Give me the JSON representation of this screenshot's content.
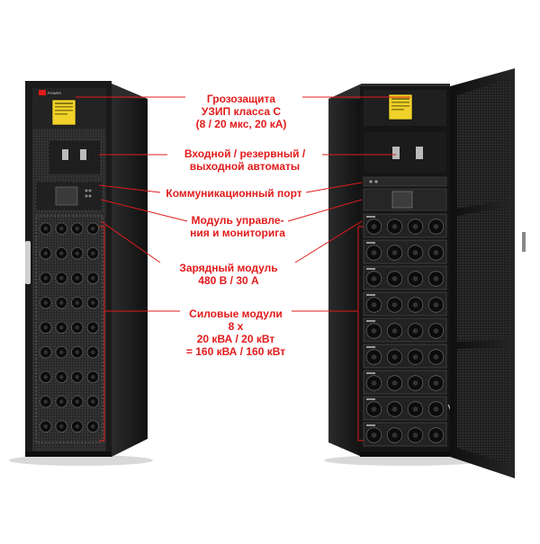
{
  "image": {
    "subject": "ups-cabinets-front-view-and-open-door-view",
    "accent_color": "#e21b1b",
    "cabinet_color": "#1b1b1b",
    "sticker_color": "#f0d22a"
  },
  "brand": {
    "logo_text": "POWER"
  },
  "callouts": [
    {
      "lines": [
        "Грозозащита",
        "УЗИП класса С",
        "(8 / 20 мкс, 20 кА)"
      ]
    },
    {
      "lines": [
        "Входной / резервный /",
        "выходной автоматы"
      ]
    },
    {
      "lines": [
        "Коммуникационный порт"
      ]
    },
    {
      "lines": [
        "Модуль управле-",
        "ния и мониторига"
      ]
    },
    {
      "lines": [
        "Зарядный модуль",
        "480 В / 30 А"
      ]
    },
    {
      "lines": [
        "Силовые модули",
        "8 х",
        "20 кВА / 20 кВт",
        "= 160 кВА / 160 кВт"
      ]
    }
  ]
}
